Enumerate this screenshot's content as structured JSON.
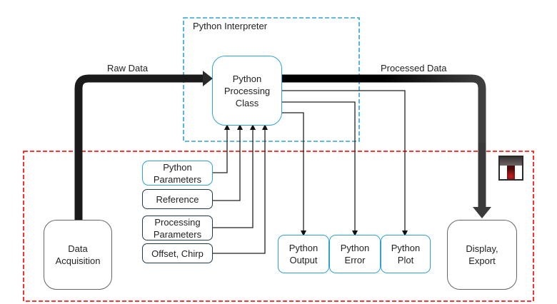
{
  "containers": {
    "interpreter_label": "Python Interpreter",
    "interpreter_color": "#2ea3d8",
    "system_color": "#ff1a1a"
  },
  "flows": {
    "raw_data": "Raw Data",
    "processed_data": "Processed Data"
  },
  "nodes": {
    "processing_class": "Python\nProcessing\nClass",
    "data_acquisition": "Data\nAcquisition",
    "display_export": "Display,\nExport",
    "inputs": [
      {
        "label": "Python\nParameters"
      },
      {
        "label": "Reference"
      },
      {
        "label": "Processing\nParameters"
      },
      {
        "label": "Offset, Chirp"
      }
    ],
    "outputs": [
      {
        "label": "Python\nOutput"
      },
      {
        "label": "Python\nError"
      },
      {
        "label": "Python\nPlot"
      }
    ]
  },
  "logo": {
    "name": "app-logo-icon"
  }
}
